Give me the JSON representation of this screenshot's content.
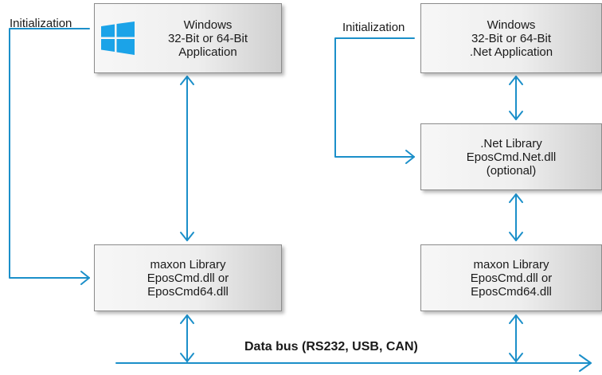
{
  "diagram": {
    "left": {
      "init_label": "Initialization",
      "app_box": {
        "lines": [
          "Windows",
          "32-Bit or 64-Bit",
          "Application"
        ]
      },
      "lib_box": {
        "lines": [
          "maxon Library",
          "EposCmd.dll or",
          "EposCmd64.dll"
        ]
      }
    },
    "right": {
      "init_label": "Initialization",
      "app_box": {
        "lines": [
          "Windows",
          "32-Bit or 64-Bit",
          ".Net Application"
        ]
      },
      "net_box": {
        "lines": [
          ".Net Library",
          "EposCmd.Net.dll",
          "(optional)"
        ]
      },
      "lib_box": {
        "lines": [
          "maxon Library",
          "EposCmd.dll or",
          "EposCmd64.dll"
        ]
      }
    },
    "bus_label": "Data bus (RS232, USB, CAN)",
    "colors": {
      "arrow": "#1b8fc9",
      "windows_logo": "#1ba3e8"
    },
    "icons": {
      "app_logo": "windows-logo-icon"
    }
  }
}
